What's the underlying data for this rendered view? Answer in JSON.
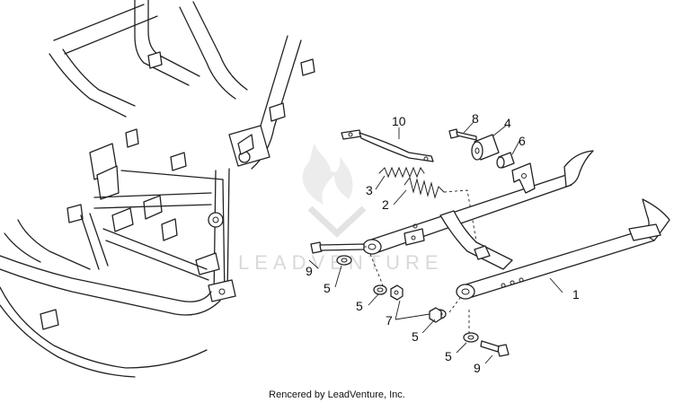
{
  "callouts": [
    {
      "id": "1",
      "label": "1"
    },
    {
      "id": "2",
      "label": "2"
    },
    {
      "id": "3",
      "label": "3"
    },
    {
      "id": "4",
      "label": "4"
    },
    {
      "id": "5a",
      "label": "5"
    },
    {
      "id": "5b",
      "label": "5"
    },
    {
      "id": "5c",
      "label": "5"
    },
    {
      "id": "5d",
      "label": "5"
    },
    {
      "id": "6",
      "label": "6"
    },
    {
      "id": "7",
      "label": "7"
    },
    {
      "id": "8",
      "label": "8"
    },
    {
      "id": "9a",
      "label": "9"
    },
    {
      "id": "9b",
      "label": "9"
    },
    {
      "id": "10",
      "label": "10"
    }
  ],
  "watermark": "LEADVENTURE",
  "footer": "Rencered by LeadVenture, Inc."
}
